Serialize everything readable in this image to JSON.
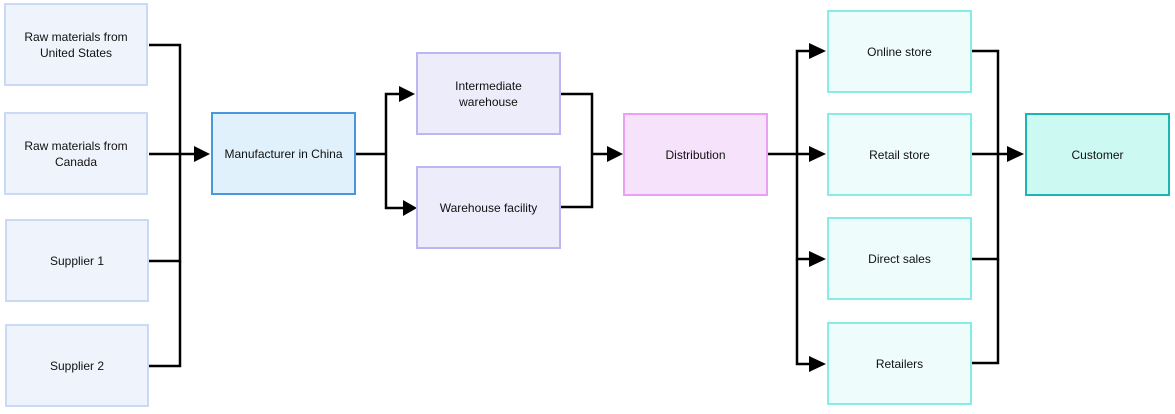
{
  "nodes": {
    "raw_us": "Raw materials from United States",
    "raw_ca": "Raw materials from Canada",
    "supplier1": "Supplier 1",
    "supplier2": "Supplier 2",
    "manufacturer": "Manufacturer in China",
    "intermediate_warehouse": "Intermediate warehouse",
    "warehouse_facility": "Warehouse facility",
    "distribution": "Distribution",
    "online_store": "Online store",
    "retail_store": "Retail store",
    "direct_sales": "Direct sales",
    "retailers": "Retailers",
    "customer": "Customer"
  },
  "edges": [
    {
      "from": "Raw materials from United States",
      "to": "Manufacturer in China"
    },
    {
      "from": "Raw materials from Canada",
      "to": "Manufacturer in China"
    },
    {
      "from": "Supplier 1",
      "to": "Manufacturer in China"
    },
    {
      "from": "Supplier 2",
      "to": "Manufacturer in China"
    },
    {
      "from": "Manufacturer in China",
      "to": "Intermediate warehouse"
    },
    {
      "from": "Manufacturer in China",
      "to": "Warehouse facility"
    },
    {
      "from": "Intermediate warehouse",
      "to": "Distribution"
    },
    {
      "from": "Warehouse facility",
      "to": "Distribution"
    },
    {
      "from": "Distribution",
      "to": "Online store"
    },
    {
      "from": "Distribution",
      "to": "Retail store"
    },
    {
      "from": "Distribution",
      "to": "Direct sales"
    },
    {
      "from": "Distribution",
      "to": "Retailers"
    },
    {
      "from": "Online store",
      "to": "Customer"
    },
    {
      "from": "Retail store",
      "to": "Customer"
    },
    {
      "from": "Direct sales",
      "to": "Customer"
    },
    {
      "from": "Retailers",
      "to": "Customer"
    }
  ],
  "colors": {
    "supplier_fill": "#eef3fc",
    "supplier_border": "#c9d9f6",
    "manufacturer_fill": "#e0f1fb",
    "manufacturer_border": "#4a97e0",
    "warehouse_fill": "#ececfb",
    "warehouse_border": "#bdb6f0",
    "distribution_fill": "#f6e3fb",
    "distribution_border": "#eaa0f4",
    "channel_fill": "#eefcfc",
    "channel_border": "#86ece6",
    "customer_fill": "#cdf9f3",
    "customer_border": "#1db5b3",
    "edge": "#000000"
  }
}
